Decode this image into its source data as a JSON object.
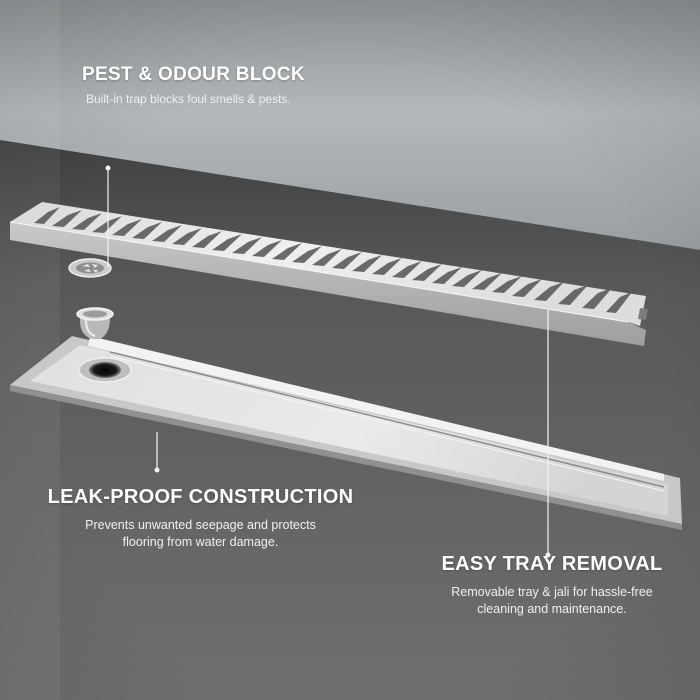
{
  "image": {
    "type": "product-feature-infographic",
    "subject": "stainless steel linear shower drain with grate (jali) and removable tray",
    "colors": {
      "wall_light": "#b6babc",
      "floor_dark": "#5f6061",
      "steel_light": "#e6e7e8",
      "steel_shadow": "#a7a9ab",
      "text": "#ffffff",
      "leader_line": "#f2f2f2"
    }
  },
  "callouts": [
    {
      "id": "pest-odour-block",
      "title": "PEST & ODOUR BLOCK",
      "description": "Built-in trap blocks foul smells & pests."
    },
    {
      "id": "leak-proof-construction",
      "title": "LEAK-PROOF CONSTRUCTION",
      "description_lines": [
        "Prevents unwanted seepage and protects",
        "flooring from water damage."
      ]
    },
    {
      "id": "easy-tray-removal",
      "title": "EASY TRAY REMOVAL",
      "description_lines": [
        "Removable tray & jali for hassle-free",
        "cleaning and maintenance."
      ]
    }
  ]
}
